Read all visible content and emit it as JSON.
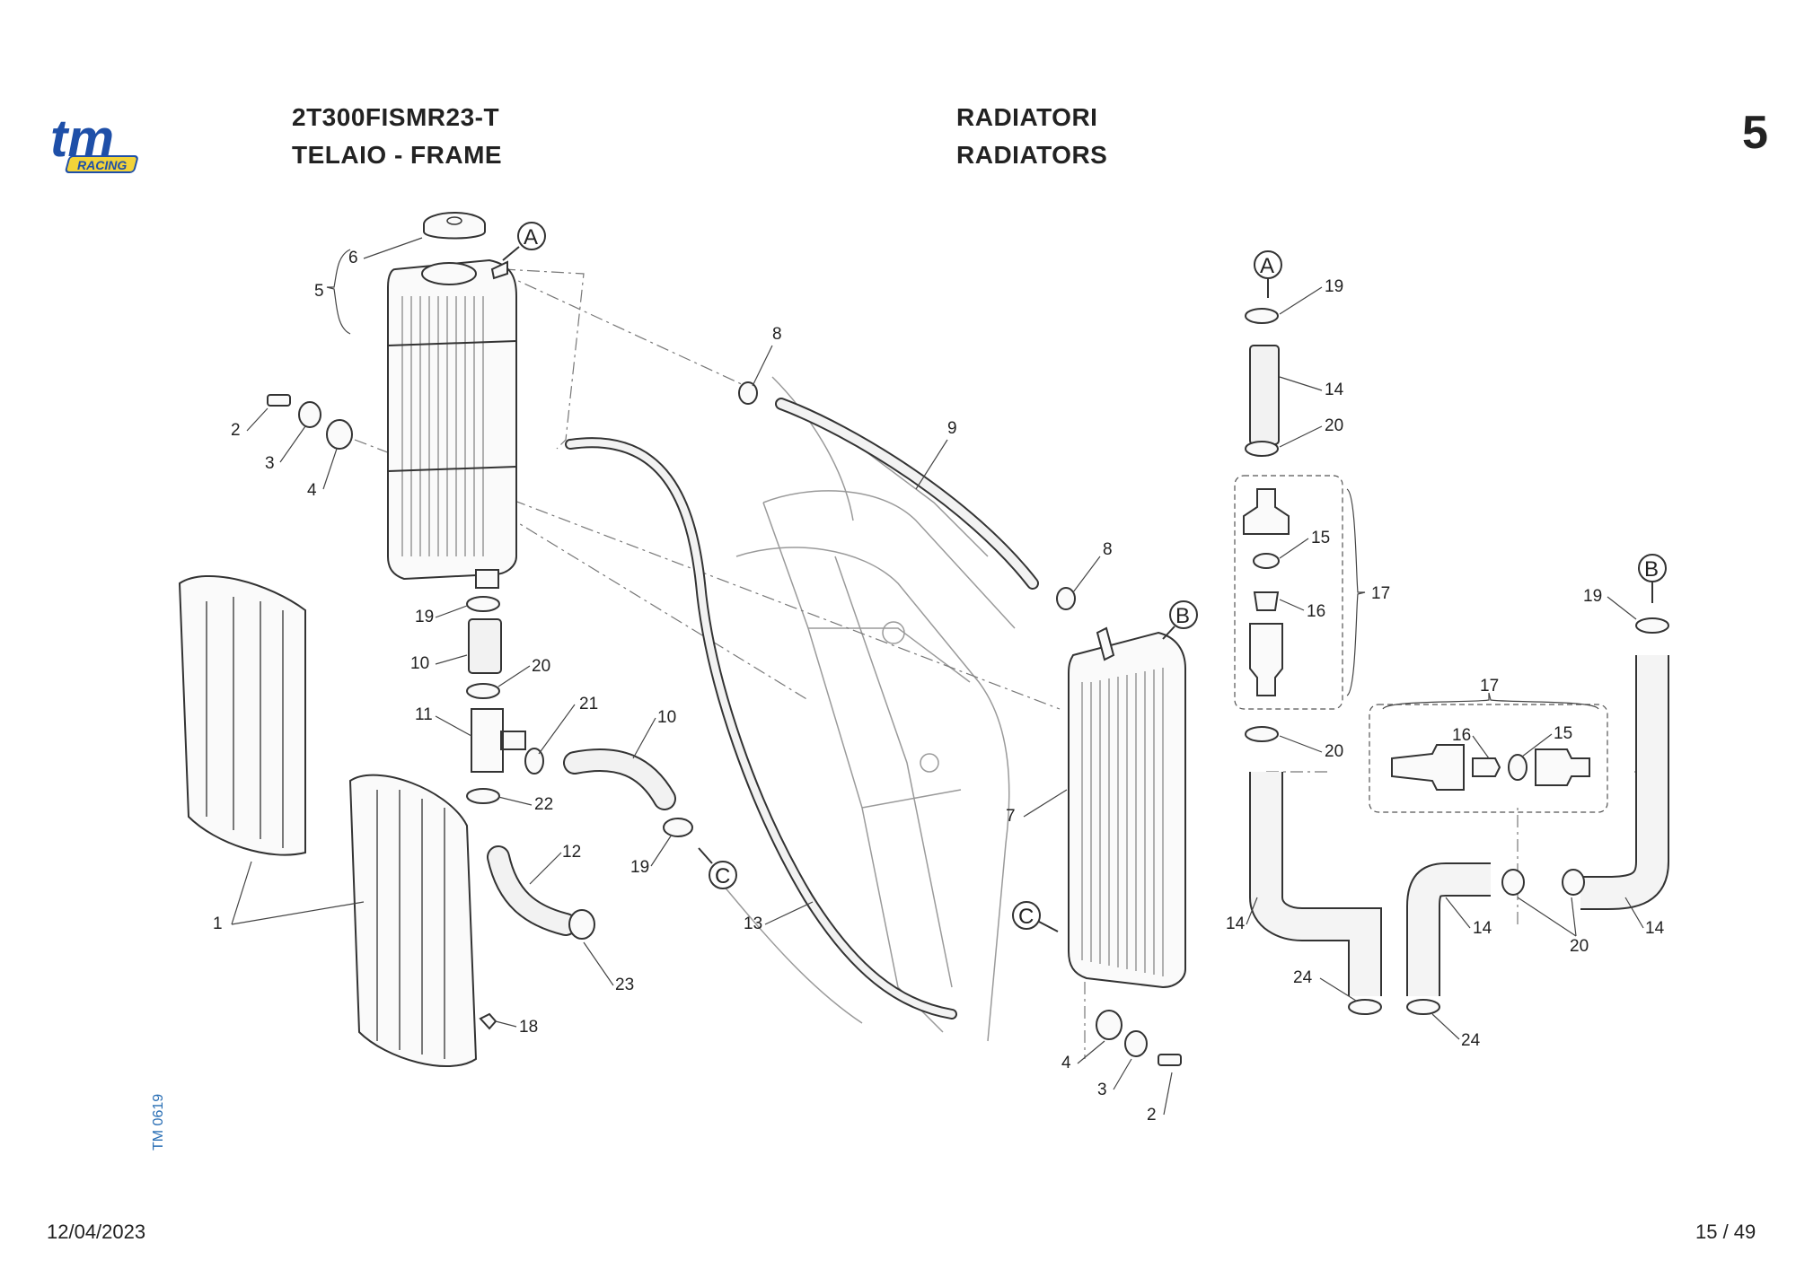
{
  "header": {
    "logo_text": "tm",
    "logo_sub": "RACING",
    "model_code": "2T300FISMR23-T",
    "group_it": "TELAIO - FRAME",
    "section_it": "RADIATORI",
    "section_en": "RADIATORS",
    "page_section": "5"
  },
  "footer": {
    "date": "12/04/2023",
    "page": "15 / 49",
    "drawing_code": "TM 0619"
  },
  "callouts": [
    "A",
    "A",
    "B",
    "B",
    "C",
    "C"
  ],
  "colors": {
    "text": "#222222",
    "code": "#2a6fb5",
    "logo_blue": "#1e4fa8",
    "logo_yellow": "#f2d33a"
  },
  "labels": {
    "l1": "1",
    "l2a": "2",
    "l3a": "3",
    "l4a": "4",
    "l5": "5",
    "l6": "6",
    "l7": "7",
    "l8a": "8",
    "l8b": "8",
    "l9": "9",
    "l10a": "10",
    "l10b": "10",
    "l11": "11",
    "l12": "12",
    "l13": "13",
    "l14a": "14",
    "l14b": "14",
    "l14c": "14",
    "l14d": "14",
    "l15a": "15",
    "l15b": "15",
    "l16a": "16",
    "l16b": "16",
    "l17a": "17",
    "l17b": "17",
    "l18": "18",
    "l19a": "19",
    "l19b": "19",
    "l19c": "19",
    "l19d": "19",
    "l20a": "20",
    "l20b": "20",
    "l20c": "20",
    "l20d": "20",
    "l21": "21",
    "l22": "22",
    "l23": "23",
    "l24a": "24",
    "l24b": "24",
    "l2b": "2",
    "l3b": "3",
    "l4b": "4"
  }
}
